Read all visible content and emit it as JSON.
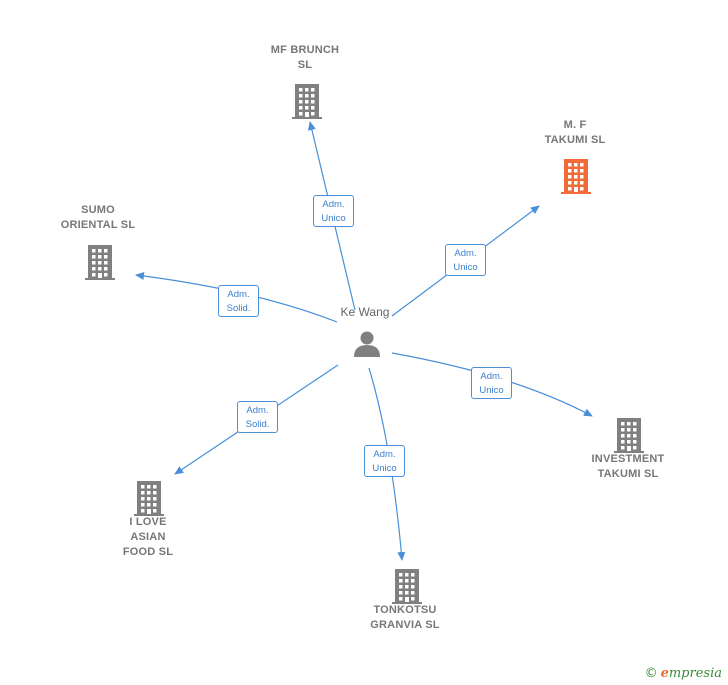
{
  "center": {
    "name": "Ke Wang"
  },
  "nodes": [
    {
      "id": "mf-brunch",
      "label": "MF BRUNCH\nSL",
      "highlight": false
    },
    {
      "id": "mf-takumi",
      "label": "M. F\nTAKUMI  SL",
      "highlight": true
    },
    {
      "id": "sumo-oriental",
      "label": "SUMO\nORIENTAL  SL",
      "highlight": false
    },
    {
      "id": "investment-takumi",
      "label": "INVESTMENT\nTAKUMI  SL",
      "highlight": false
    },
    {
      "id": "i-love-asian-food",
      "label": "I LOVE\nASIAN\nFOOD  SL",
      "highlight": false
    },
    {
      "id": "tonkotsu-granvia",
      "label": "TONKOTSU\nGRANVIA  SL",
      "highlight": false
    }
  ],
  "edges": [
    {
      "target": "mf-brunch",
      "line1": "Adm.",
      "line2": "Unico"
    },
    {
      "target": "mf-takumi",
      "line1": "Adm.",
      "line2": "Unico"
    },
    {
      "target": "sumo-oriental",
      "line1": "Adm.",
      "line2": "Solid."
    },
    {
      "target": "investment-takumi",
      "line1": "Adm.",
      "line2": "Unico"
    },
    {
      "target": "i-love-asian-food",
      "line1": "Adm.",
      "line2": "Solid."
    },
    {
      "target": "tonkotsu-granvia",
      "line1": "Adm.",
      "line2": "Unico"
    }
  ],
  "colors": {
    "edge": "#4a8fd8",
    "building": "#808080",
    "building_highlight": "#f26b38",
    "person": "#808080"
  },
  "watermark": {
    "copyright": "©",
    "brand_initial": "e",
    "brand_rest": "mpresia"
  }
}
